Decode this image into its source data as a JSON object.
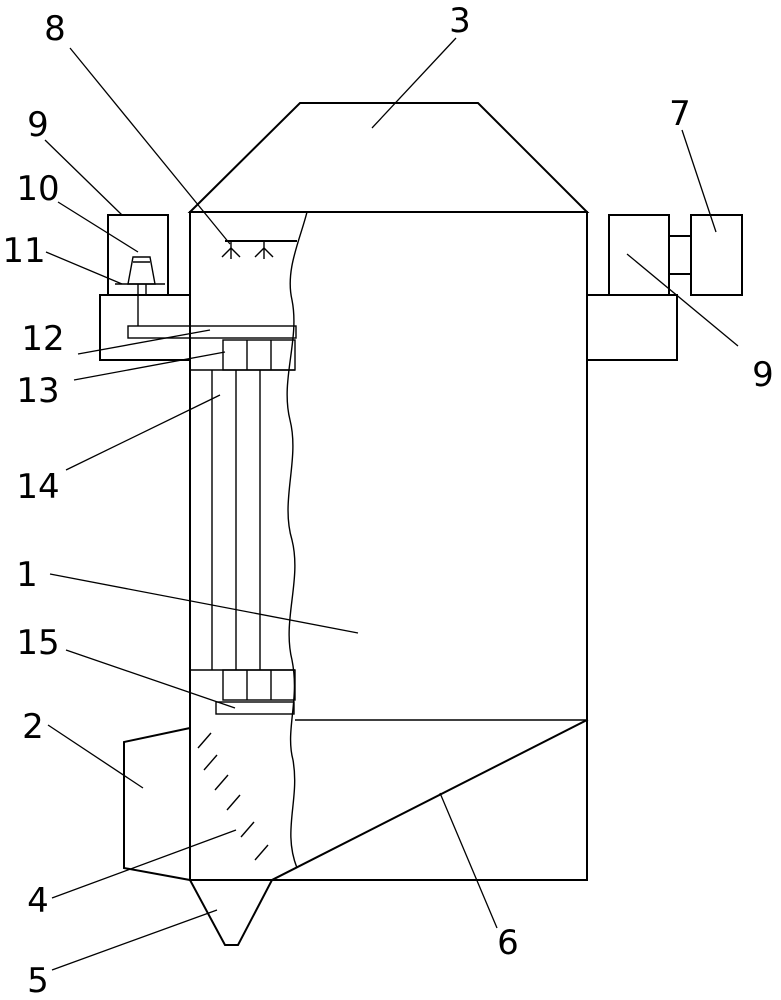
{
  "labels": {
    "l1": "1",
    "l2": "2",
    "l3": "3",
    "l4": "4",
    "l5": "5",
    "l6": "6",
    "l7": "7",
    "l8": "8",
    "l9a": "9",
    "l9b": "9",
    "l10": "10",
    "l11": "11",
    "l12": "12",
    "l13": "13",
    "l14": "14",
    "l15": "15"
  }
}
